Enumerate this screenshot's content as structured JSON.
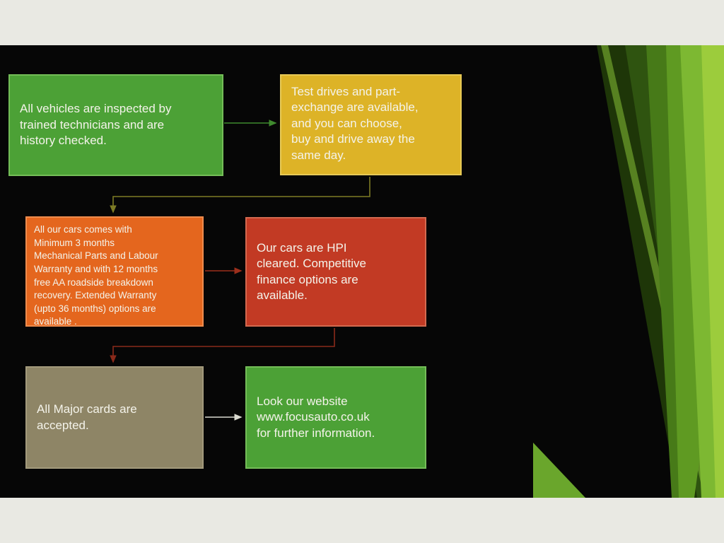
{
  "slide": {
    "background": "#060606",
    "frame_background": "#e9e9e3"
  },
  "flowchart": {
    "boxes": [
      {
        "id": "inspection",
        "text": "All vehicles are inspected by\ntrained technicians and are\nhistory checked.",
        "bg": "#4ca136"
      },
      {
        "id": "testdrives",
        "text": "Test drives and part-\nexchange are available,\nand you can choose,\nbuy and drive away the\nsame day.",
        "bg": "#ddb327"
      },
      {
        "id": "warranty",
        "text": "All our cars comes with\nMinimum 3 months\nMechanical Parts and Labour\nWarranty and with 12 months\nfree AA roadside breakdown\nrecovery. Extended Warranty\n(upto 36 months) options are\navailable .",
        "bg": "#e4661e"
      },
      {
        "id": "hpi",
        "text": "Our cars are HPI\ncleared. Competitive\nfinance options are\navailable.",
        "bg": "#c23a24"
      },
      {
        "id": "cards",
        "text": "All Major cards are\naccepted.",
        "bg": "#8e8566"
      },
      {
        "id": "website",
        "text": "Look our website\nwww.focusauto.co.uk\nfor further information.",
        "bg": "#4ca136"
      }
    ],
    "connector_colors": {
      "inspection_to_testdrives": "#3f8a2e",
      "testdrives_to_warranty": "#7d7b25",
      "warranty_to_hpi": "#9c2f1c",
      "hpi_to_cards": "#8a2a1a",
      "cards_to_website": "#d9d9cf"
    },
    "decor_greens": [
      "#1e3608",
      "#2f5410",
      "#477a18",
      "#5f9a22",
      "#7db832",
      "#9ccc3c"
    ]
  }
}
